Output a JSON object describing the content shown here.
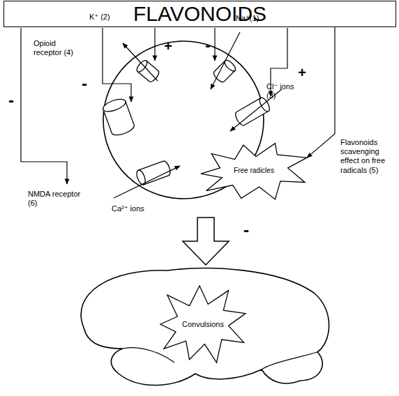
{
  "diagram": {
    "nodes": [
      {
        "text": [
          "FLAVONOIDS"
        ]
      },
      {
        "text": [
          "Free radicles"
        ]
      },
      {
        "text": [
          "Convulsions"
        ]
      }
    ],
    "edges": [
      {
        "from": 0,
        "to": 1,
        "arrow": "to"
      }
    ],
    "labels": [
      "K⁺ (2)",
      "+",
      "-",
      "Na⁺(1)",
      "+",
      "Opioid receptor (4)",
      "-",
      "Cl⁻ ions (3)",
      "Flavonoids scavenging effect on free radicals (5)",
      "-",
      "NMDA receptor (6)",
      "Ca²⁺ ions",
      "-"
    ]
  }
}
